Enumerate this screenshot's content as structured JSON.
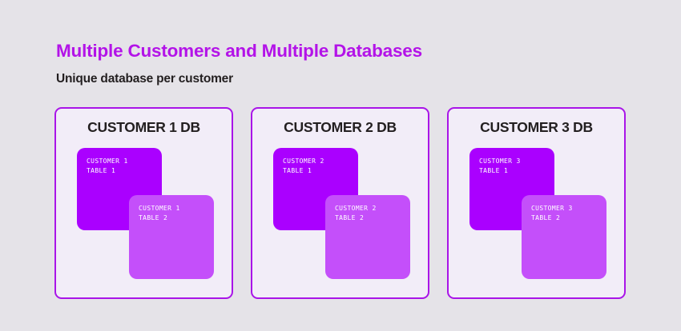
{
  "page": {
    "background_color": "#e5e3e8",
    "title": "Multiple Customers and Multiple Databases",
    "subtitle": "Unique database per customer",
    "title_color": "#b313e8",
    "subtitle_color": "#231f20"
  },
  "theme": {
    "panel_background": "#f2edf8",
    "panel_border": "#a915e8",
    "table_primary_color": "#aa00ff",
    "table_secondary_color": "#c44ffa",
    "table_label_color": "#ffffff",
    "panel_header_color": "#231f20"
  },
  "panels": [
    {
      "header": "CUSTOMER 1 DB",
      "tables": [
        {
          "line1": "CUSTOMER 1",
          "line2": "TABLE 1",
          "variant": "primary"
        },
        {
          "line1": "CUSTOMER 1",
          "line2": "TABLE 2",
          "variant": "secondary"
        }
      ]
    },
    {
      "header": "CUSTOMER 2 DB",
      "tables": [
        {
          "line1": "CUSTOMER 2",
          "line2": "TABLE 1",
          "variant": "primary"
        },
        {
          "line1": "CUSTOMER 2",
          "line2": "TABLE 2",
          "variant": "secondary"
        }
      ]
    },
    {
      "header": "CUSTOMER 3 DB",
      "tables": [
        {
          "line1": "CUSTOMER 3",
          "line2": "TABLE 1",
          "variant": "primary"
        },
        {
          "line1": "CUSTOMER 3",
          "line2": "TABLE 2",
          "variant": "secondary"
        }
      ]
    }
  ]
}
